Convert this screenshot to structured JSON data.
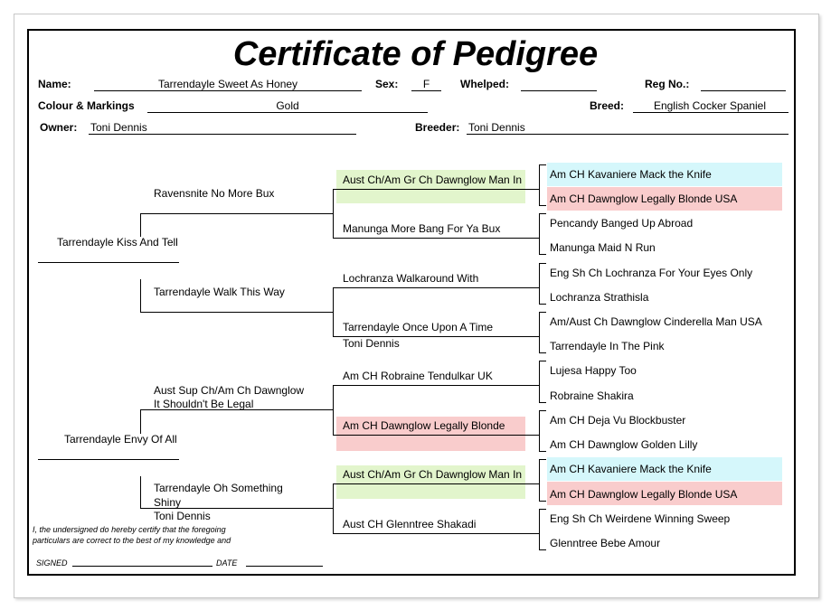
{
  "title": "Certificate of Pedigree",
  "header": {
    "name_label": "Name:",
    "name": "Tarrendayle Sweet As Honey",
    "sex_label": "Sex:",
    "sex": "F",
    "whelped_label": "Whelped:",
    "whelped": "",
    "regno_label": "Reg No.:",
    "regno": "",
    "colour_label": "Colour & Markings",
    "colour": "Gold",
    "breed_label": "Breed:",
    "breed": "English Cocker Spaniel",
    "owner_label": "Owner:",
    "owner": "Toni Dennis",
    "breeder_label": "Breeder:",
    "breeder": "Toni Dennis"
  },
  "pedigree": {
    "parents": [
      "Tarrendayle Kiss And Tell",
      "Tarrendayle Envy Of All"
    ],
    "grandparents": [
      "Ravensnite No More Bux",
      "Tarrendayle Walk This Way",
      "Aust Sup Ch/Am Ch Dawnglow",
      "It Shouldn't Be Legal",
      "Tarrendayle Oh Something",
      "Shiny",
      "Toni Dennis"
    ],
    "great_grandparents": [
      "Aust Ch/Am Gr Ch Dawnglow Man In",
      "Manunga More Bang For Ya Bux",
      "Lochranza Walkaround With",
      "Tarrendayle Once Upon A Time",
      "Toni Dennis",
      "Am CH Robraine Tendulkar UK",
      "Am CH Dawnglow Legally Blonde",
      "Aust Ch/Am Gr Ch Dawnglow Man In",
      "Aust CH Glenntree Shakadi"
    ],
    "ggg": [
      "Am CH Kavaniere Mack the Knife",
      "Am CH Dawnglow Legally Blonde USA",
      "Pencandy Banged Up Abroad",
      "Manunga Maid N Run",
      "Eng Sh Ch Lochranza For Your Eyes Only",
      "Lochranza Strathisla",
      "Am/Aust Ch Dawnglow Cinderella Man USA",
      "Tarrendayle In The Pink",
      "Lujesa Happy Too",
      "Robraine Shakira",
      "Am CH Deja Vu Blockbuster",
      "Am CH Dawnglow Golden Lilly",
      "Am CH Kavaniere Mack the Knife",
      "Am CH Dawnglow Legally Blonde USA",
      "Eng Sh Ch Weirdene Winning Sweep",
      "Glenntree Bebe Amour"
    ]
  },
  "footer": {
    "certify_1": "I, the undersigned do hereby certify that the foregoing",
    "certify_2": "particulars are correct to the best of my knowledge and",
    "signed": "SIGNED",
    "date": "DATE"
  },
  "colors": {
    "green": "#e2f5cc",
    "pink": "#f9cccc",
    "cyan": "#d5f7fb"
  }
}
